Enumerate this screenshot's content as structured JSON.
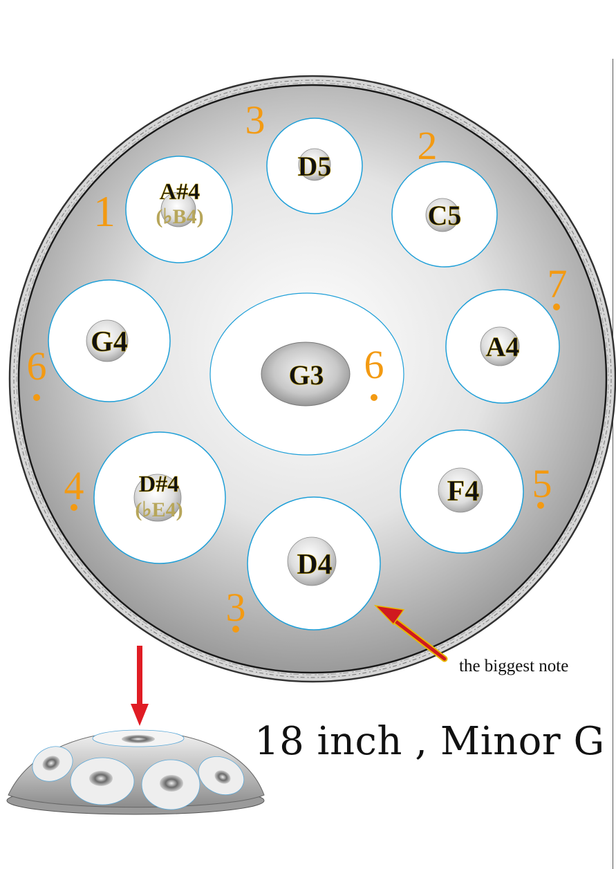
{
  "caption": "18 inch , Minor G",
  "annotation": "the biggest note",
  "ding": {
    "note": "G3",
    "number": "6",
    "dot_below": true
  },
  "tone_fields": [
    {
      "note": "D5",
      "number": "3",
      "dot_below": false,
      "dot_above": true
    },
    {
      "note": "C5",
      "number": "2",
      "dot_below": false,
      "dot_above": true
    },
    {
      "note": "A4",
      "number": "7",
      "dot_below": true
    },
    {
      "note": "F4",
      "number": "5",
      "dot_below": true
    },
    {
      "note": "D4",
      "number": "3",
      "dot_below": true
    },
    {
      "note": "D#4",
      "alt": "(♭E4)",
      "number": "4",
      "dot_below": true
    },
    {
      "note": "G4",
      "number": "6",
      "dot_below": true
    },
    {
      "note": "A#4",
      "alt": "(♭B4)",
      "number": "1",
      "dot_below": false
    }
  ],
  "colors": {
    "number": "#F39A12",
    "field_outline": "#1E9FD8",
    "arrow": "#E01C24",
    "arrow_outline": "#E8B800"
  }
}
